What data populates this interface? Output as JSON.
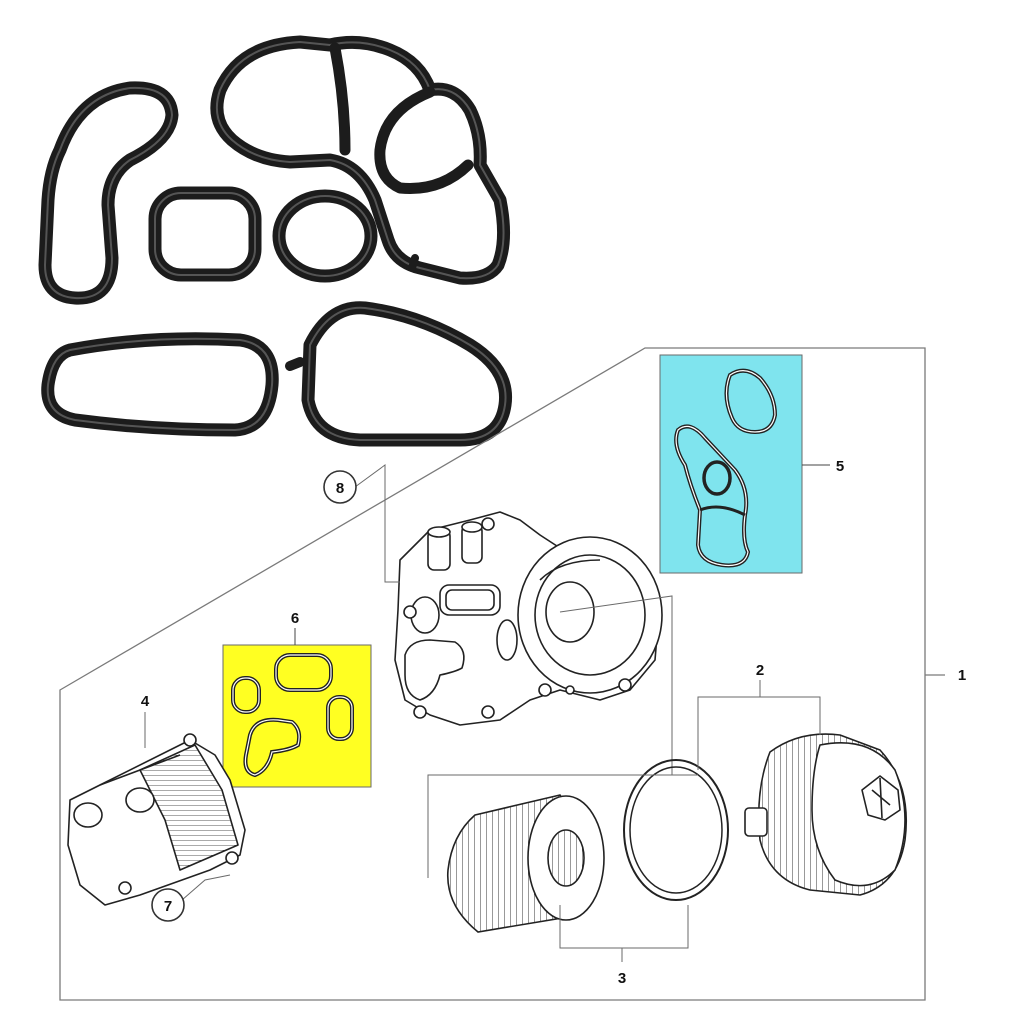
{
  "colors": {
    "gasket_dark": "#1c1c1c",
    "gasket_light": "#3a3a3a",
    "line": "#7a7a7a",
    "highlight_blue": "#7fe4ee",
    "highlight_yellow": "#ffff22",
    "background": "#ffffff"
  },
  "callouts": {
    "c1": "1",
    "c2": "2",
    "c3": "3",
    "c4": "4",
    "c5": "5",
    "c6": "6",
    "c7": "7",
    "c8": "8"
  }
}
